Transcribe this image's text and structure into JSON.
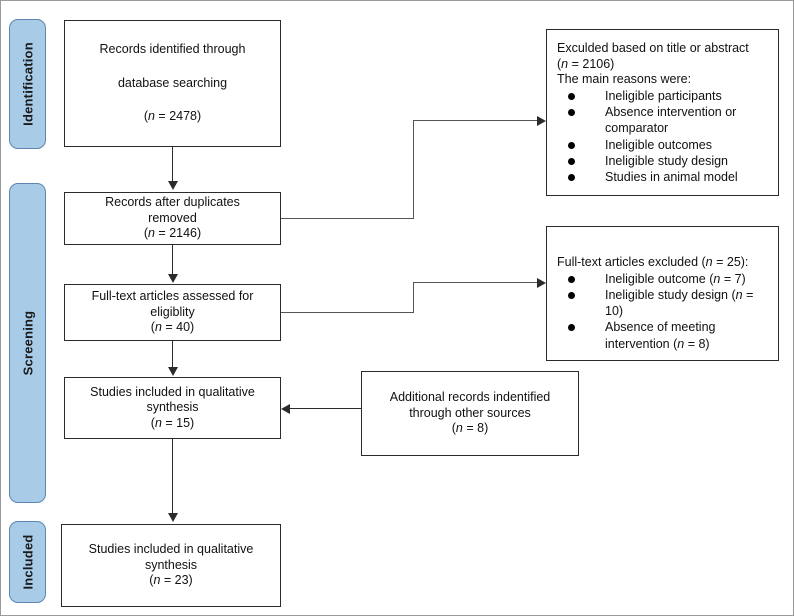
{
  "diagram": {
    "type": "prisma-flow-diagram",
    "colors": {
      "stage_pill_fill": "#a8cbe8",
      "stage_pill_border": "#5c87b0",
      "box_border": "#2b2b2b",
      "connector": "#555555",
      "text": "#111111"
    },
    "stages": [
      {
        "id": "identification",
        "label": "Identification"
      },
      {
        "id": "screening",
        "label": "Screening"
      },
      {
        "id": "included",
        "label": "Included"
      }
    ],
    "nodes": {
      "records_identified": {
        "lines": [
          "Records identified through",
          "database searching",
          "(n = 2478)"
        ],
        "italic_token": "n"
      },
      "records_after_duplicates": {
        "lines": [
          "Records after duplicates",
          "removed",
          "(n = 2146)"
        ]
      },
      "fulltext_assessed": {
        "lines": [
          "Full-text articles assessed for",
          "eligiblity",
          "(n = 40)"
        ]
      },
      "qualitative_synthesis_15": {
        "lines": [
          "Studies included in qualitative",
          "synthesis",
          "(n = 15)"
        ]
      },
      "qualitative_synthesis_23": {
        "lines": [
          "Studies included in qualitative",
          "synthesis",
          "(n = 23)"
        ]
      },
      "additional_records": {
        "lines": [
          "Additional records indentified",
          "through other sources",
          "(n = 8)"
        ]
      },
      "excluded_title_abstract": {
        "header_lines": [
          "Exculded based on title or abstract",
          "(n = 2106)",
          "The main reasons were:"
        ],
        "bullets": [
          "Ineligible participants",
          "Absence intervention or comparator",
          "Ineligible outcomes",
          "Ineligible study design",
          "Studies in animal model"
        ]
      },
      "excluded_fulltext": {
        "header_lines": [
          "Full-text articles excluded (n = 25):"
        ],
        "bullets": [
          "Ineligible outcome (n = 7)",
          "Ineligible study design (n = 10)",
          "Absence of meeting intervention (n = 8)"
        ]
      }
    }
  }
}
